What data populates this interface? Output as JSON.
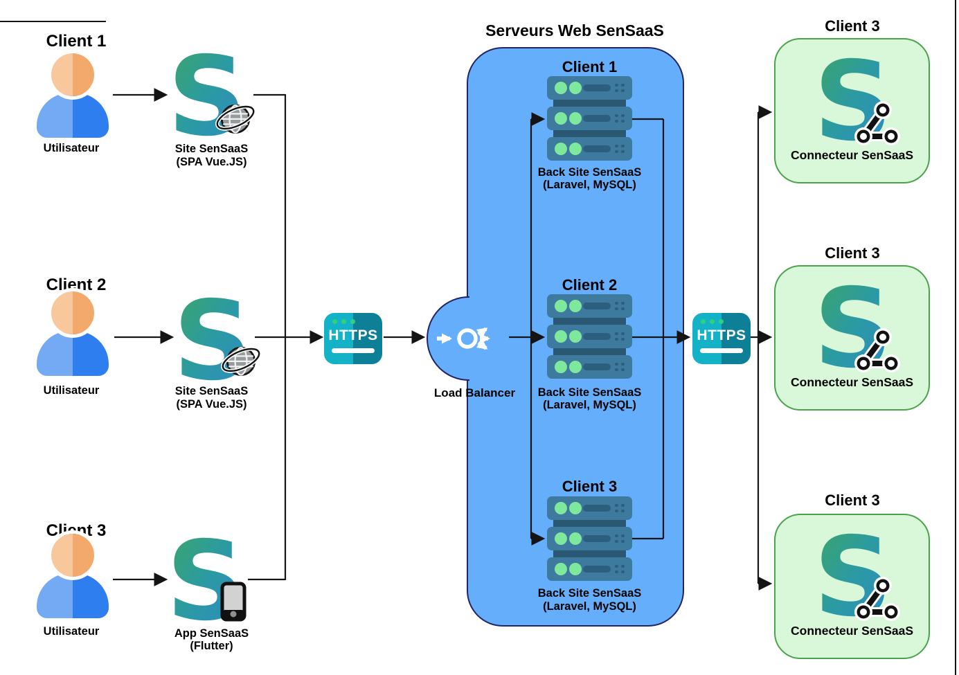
{
  "logo": {
    "letter": "S"
  },
  "left_clients": [
    {
      "title": "Client 1",
      "user_label": "Utilisateur",
      "app_line1": "Site SenSaaS",
      "app_line2": "(SPA Vue.JS)",
      "app_icon": "globe-icon"
    },
    {
      "title": "Client 2",
      "user_label": "Utilisateur",
      "app_line1": "Site SenSaaS",
      "app_line2": "(SPA Vue.JS)",
      "app_icon": "globe-icon"
    },
    {
      "title": "Client 3",
      "user_label": "Utilisateur",
      "app_line1": "App SenSaaS",
      "app_line2": "(Flutter)",
      "app_icon": "smartphone-icon"
    }
  ],
  "https_left": {
    "label": "HTTPS"
  },
  "https_right": {
    "label": "HTTPS"
  },
  "load_balancer": {
    "label": "Load Balancer",
    "icon": "load-balancer-icon"
  },
  "cluster": {
    "title": "Serveurs Web SenSaaS",
    "groups": [
      {
        "title": "Client 1",
        "line1": "Back Site SenSaaS",
        "line2": "(Laravel, MySQL)"
      },
      {
        "title": "Client 2",
        "line1": "Back Site SenSaaS",
        "line2": "(Laravel, MySQL)"
      },
      {
        "title": "Client 3",
        "line1": "Back Site SenSaaS",
        "line2": "(Laravel, MySQL)"
      }
    ]
  },
  "connectors": [
    {
      "title": "Client 3",
      "label": "Connecteur SenSaaS"
    },
    {
      "title": "Client 3",
      "label": "Connecteur SenSaaS"
    },
    {
      "title": "Client 3",
      "label": "Connecteur SenSaaS"
    }
  ],
  "colors": {
    "cluster_fill": "#64aefb",
    "cluster_border": "#232366",
    "connector_box_fill": "#d9f7d9",
    "connector_box_border": "#4aa34a",
    "s_gradient": [
      "#3ea75f",
      "#2b9aa4",
      "#2f86c8"
    ],
    "https_left_half": "#13b2c6",
    "https_right_half": "#0d8098",
    "https_dots": "#2fd27c",
    "server_body": "#3e7a9d",
    "server_strip": "#2a5873",
    "server_detail": "#2c5e7e",
    "server_led": "#7ee99c",
    "user_head": [
      "#f8c79c",
      "#f3a96c"
    ],
    "user_body": [
      "#74a9f3",
      "#2e7ef0"
    ],
    "wire": "#141414"
  }
}
